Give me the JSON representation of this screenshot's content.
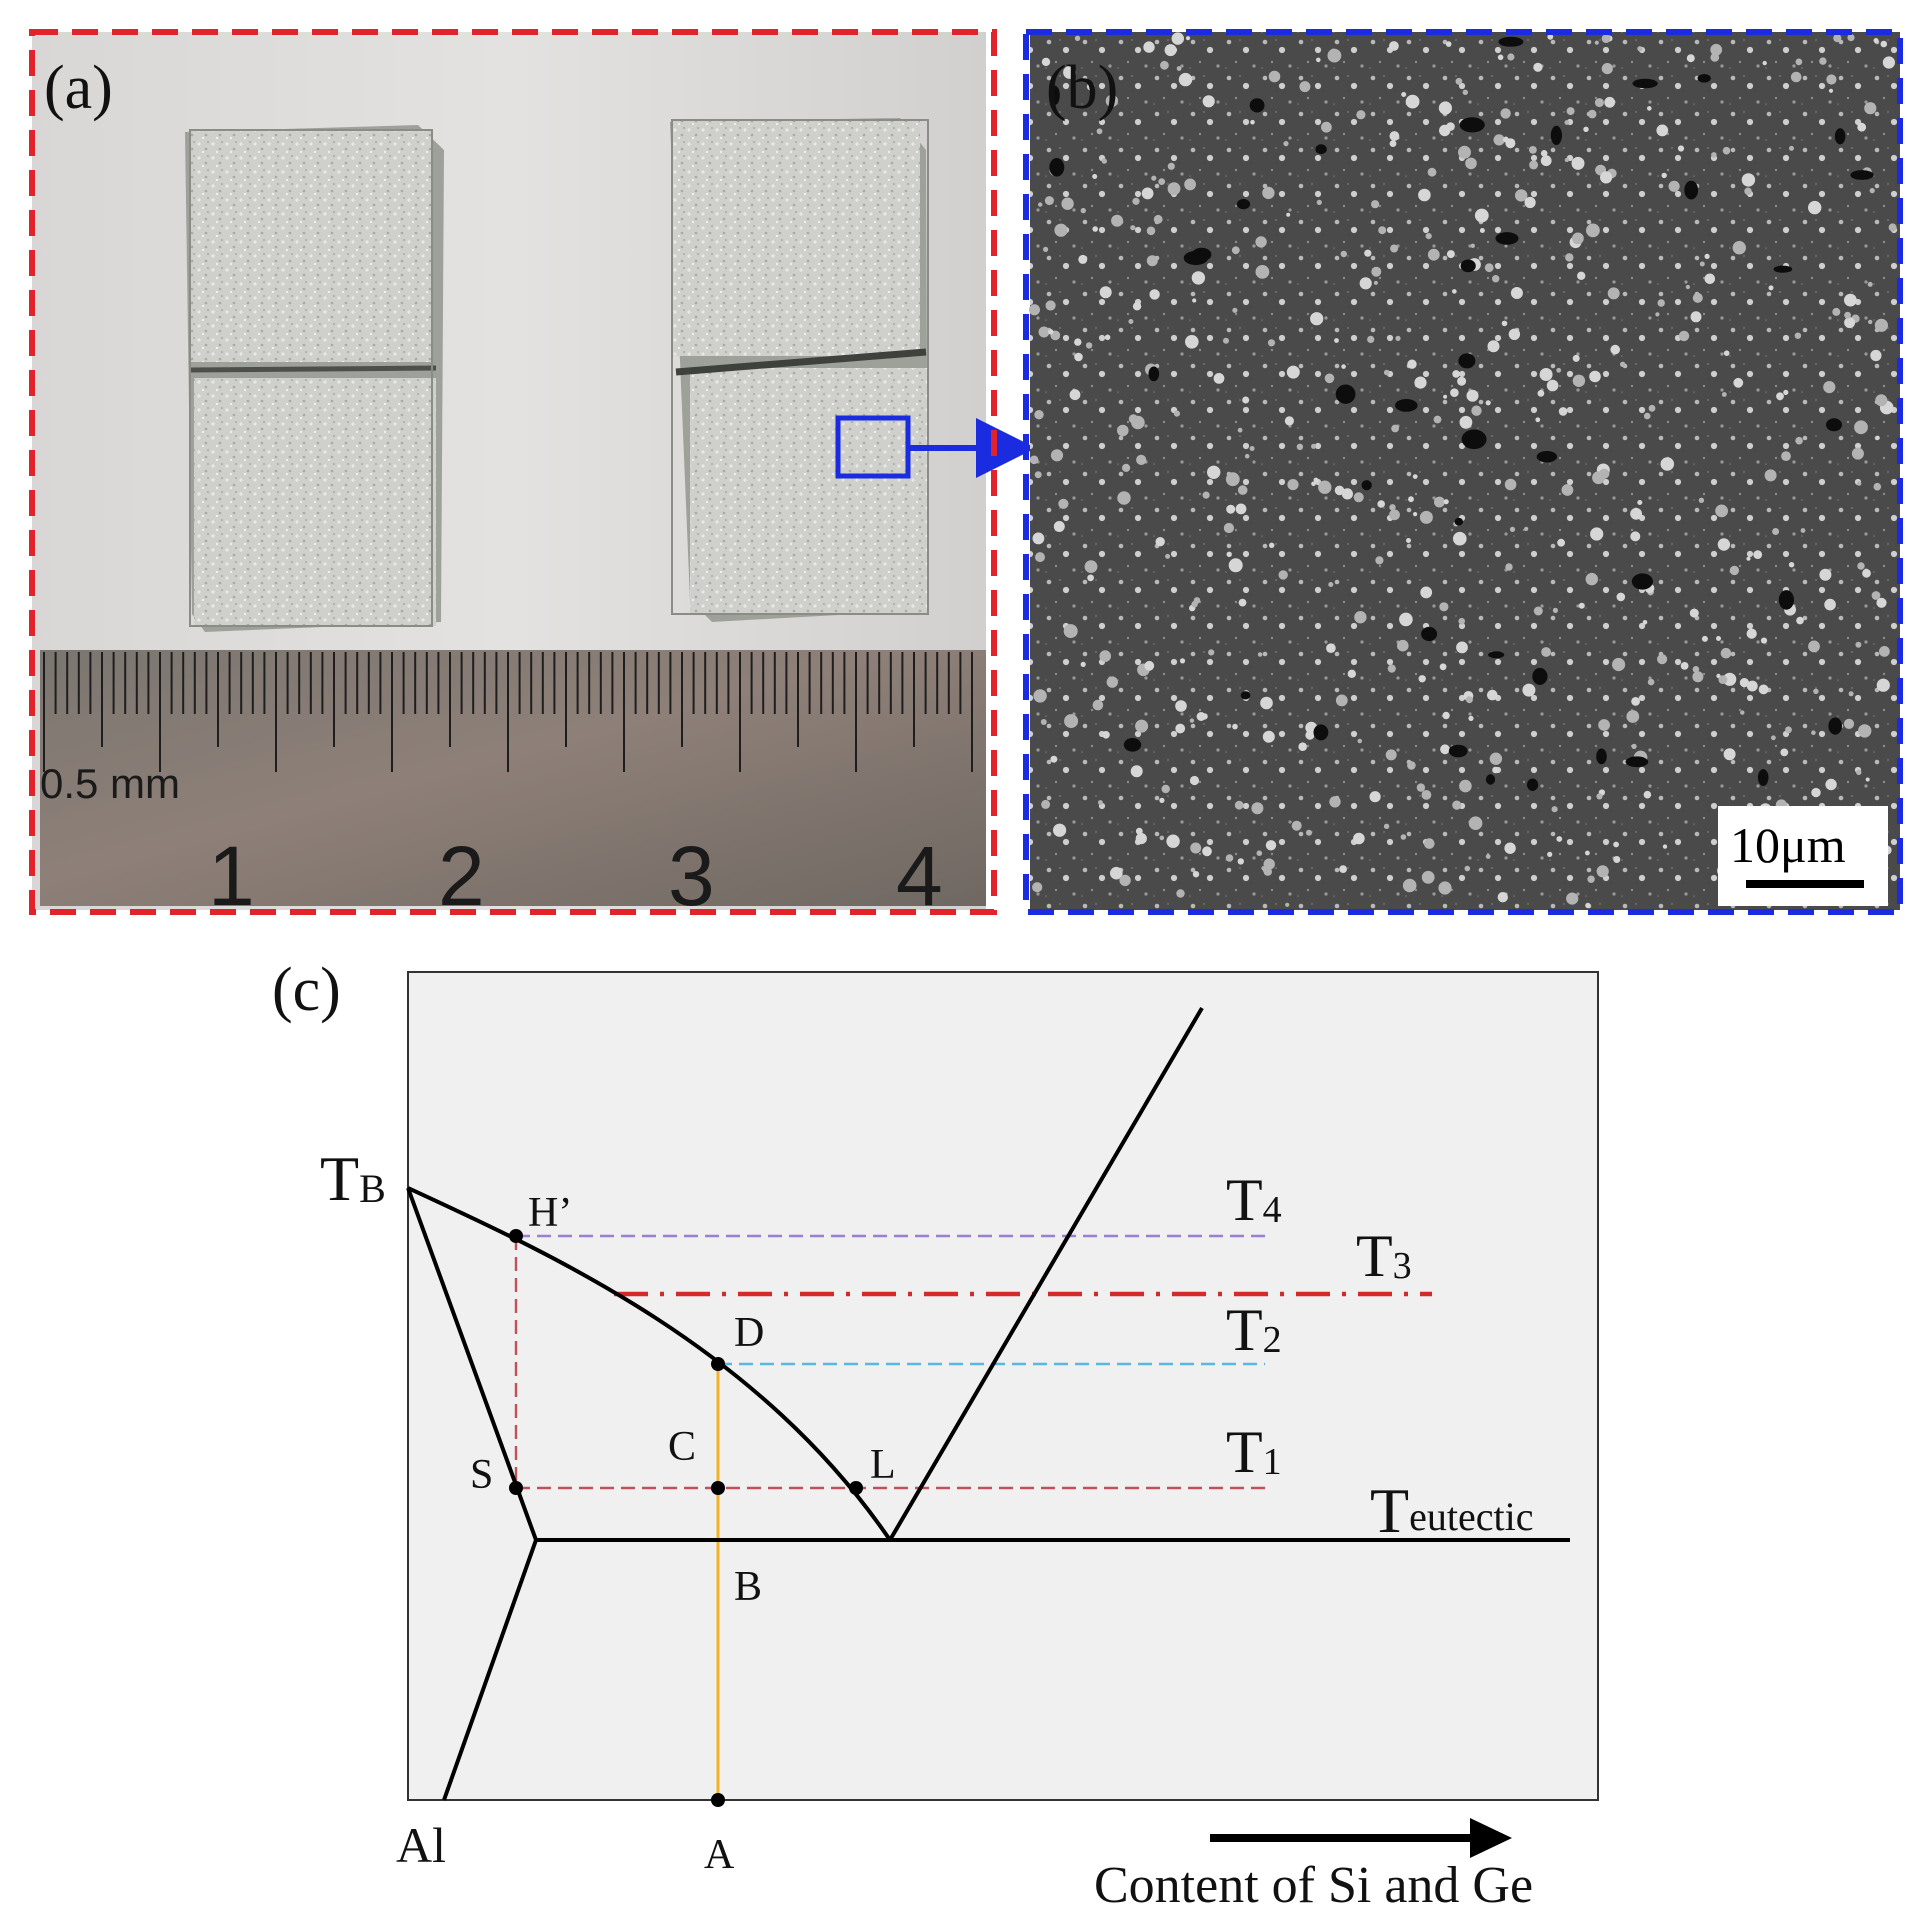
{
  "panels": {
    "a": {
      "label": "(a)",
      "ruler": {
        "unit_text": "0.5 mm",
        "numbers": [
          "1",
          "2",
          "3",
          "4"
        ]
      }
    },
    "b": {
      "label": "(b)",
      "scale_bar": "10μm"
    },
    "c": {
      "label": "(c)",
      "tb_main": "T",
      "tb_sub": "B",
      "temperature_labels": [
        {
          "main": "T",
          "sub": "4",
          "color": "#111111"
        },
        {
          "main": "T",
          "sub": "3",
          "color": "#d42a2a"
        },
        {
          "main": "T",
          "sub": "2",
          "color": "#111111"
        },
        {
          "main": "T",
          "sub": "1",
          "color": "#111111"
        }
      ],
      "eutectic_main": "T",
      "eutectic_sub": "eutectic",
      "points": {
        "h_prime": "H’",
        "d": "D",
        "c": "C",
        "s": "S",
        "l": "L",
        "b": "B",
        "a": "A"
      },
      "axis_left_label": "Al",
      "axis_arrow_label": "Content of Si and Ge",
      "isotherm_colors": {
        "t4": "#9b7fd1",
        "t3": "#d42a2a",
        "t2": "#58b8e0",
        "t1": "#c0505a",
        "vertical_ab": "#f0b323"
      }
    }
  }
}
